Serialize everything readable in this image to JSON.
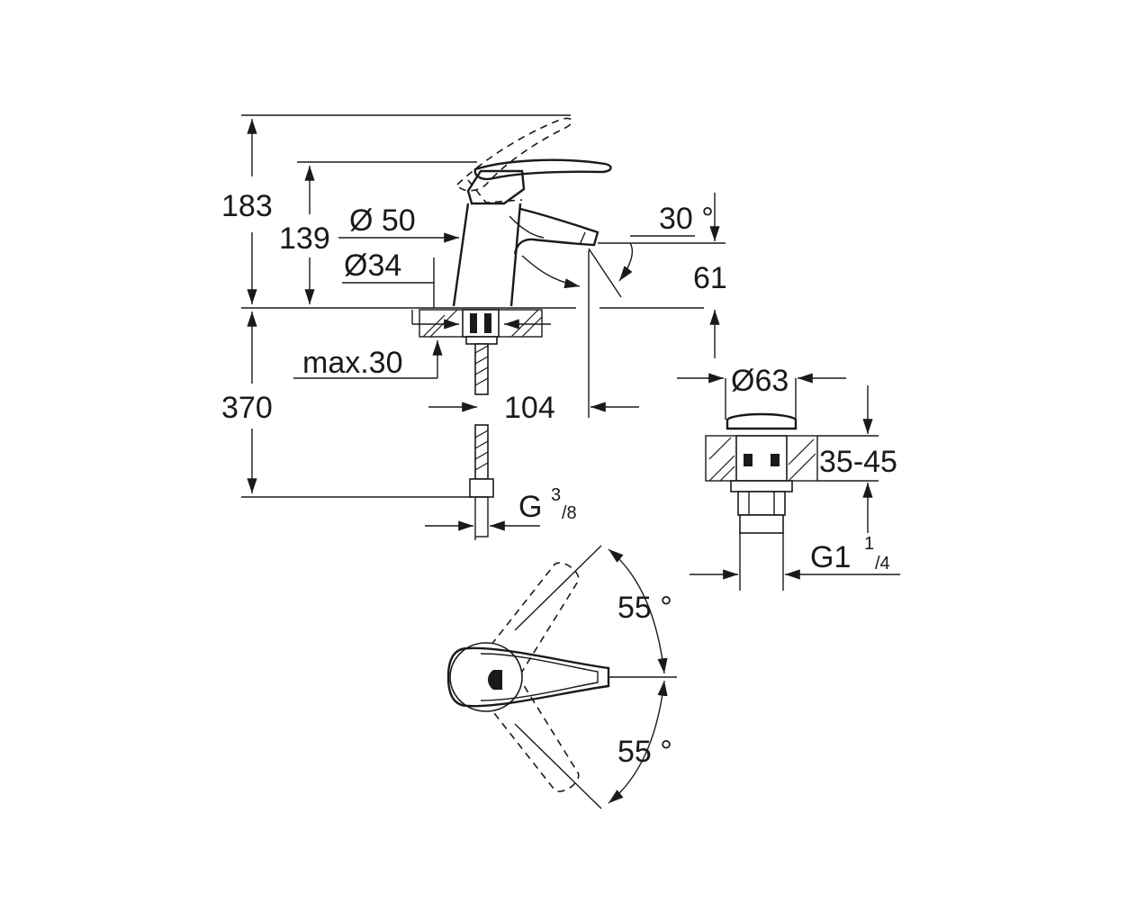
{
  "drawing": {
    "faucet_dimensions": {
      "total_height": "183",
      "spout_height": "139",
      "body_diameter": "Ø 50",
      "base_diameter": "Ø34",
      "max_thickness": "max.30",
      "installation_depth": "370",
      "spout_reach": "104",
      "spout_clearance": "61",
      "spout_angle": "30 °"
    },
    "hose_connection": {
      "prefix": "G",
      "num": "3",
      "den": "/8"
    },
    "drain": {
      "diameter": "Ø63",
      "thickness_range": "35-45",
      "prefix": "G1",
      "num": "1",
      "den": "/4"
    },
    "lever_rotation": {
      "angle_left": "55 °",
      "angle_right": "55 °"
    }
  }
}
